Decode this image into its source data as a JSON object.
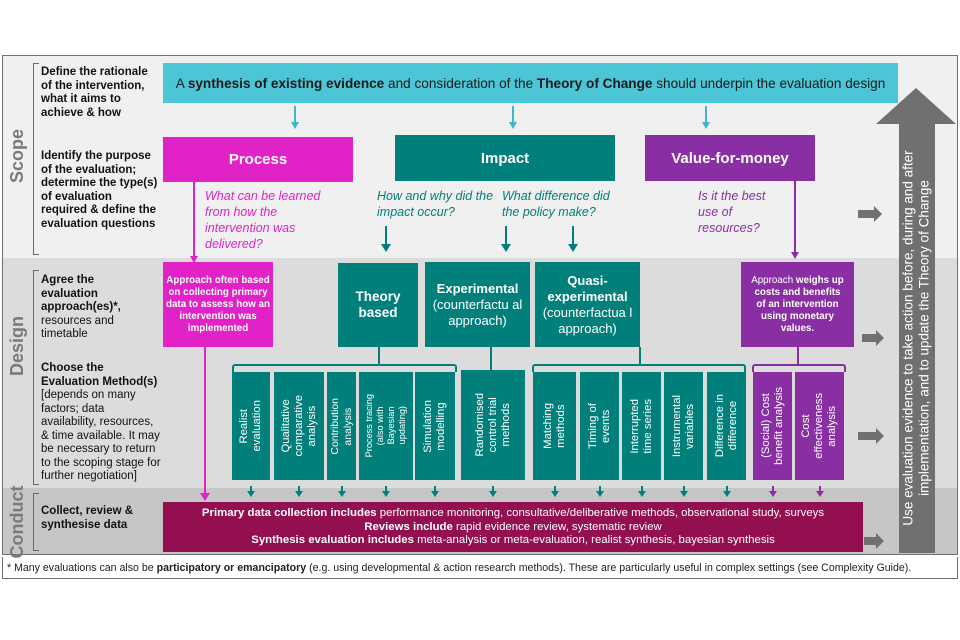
{
  "stages": {
    "scope": {
      "label": "Scope",
      "text1": "Define the rationale of the intervention, what it aims to achieve & how",
      "text2": "Identify the purpose of the evaluation; determine the type(s) of evaluation required & define the evaluation questions"
    },
    "design": {
      "label": "Design",
      "text1_bold": "Agree the evaluation approach(es)*,",
      "text1_rest": " resources and timetable",
      "text2_bold": "Choose the Evaluation Method(s)",
      "text2_rest": " [depends on many factors; data availability, resources, & time available. It may be necessary to return to the scoping stage for further negotiation]"
    },
    "conduct": {
      "label": "Conduct",
      "text": "Collect, review & synthesise data"
    }
  },
  "banner": {
    "pre": "A ",
    "bold1": "synthesis of existing evidence",
    "mid": " and consideration of the ",
    "bold2": "Theory of Change",
    "post": " should underpin the evaluation design"
  },
  "types": {
    "process": {
      "label": "Process",
      "question": "What can be learned from how the intervention was delivered?"
    },
    "impact": {
      "label": "Impact",
      "question1": "How and why did the impact occur?",
      "question2": "What difference did the policy make?"
    },
    "vfm": {
      "label": "Value-for-money",
      "question": "Is it the best use of resources?"
    }
  },
  "approaches": {
    "process": "Approach often based on collecting primary data to assess how an intervention was implemented",
    "theory": "Theory based",
    "experimental_title": "Experimental",
    "experimental_sub": "(counterfactu al approach)",
    "quasi_title": "Quasi-experimental",
    "quasi_sub": "(counterfactua l approach)",
    "vfm_pre": "Approach ",
    "vfm_bold": "weighs up costs and benefits of an intervention using monetary values."
  },
  "methods": {
    "theory": [
      "Realist\nevaluation",
      "Qualitative\ncomparative\nanalysis",
      "Contribution\nanalysis",
      "Process tracing\n(also with\nBayesian\nupdating)",
      "Simulation\nmodelling"
    ],
    "experimental": [
      "Randomised\ncontrol trial\nmethods"
    ],
    "quasi": [
      "Matching\nmethods",
      "Timing of\nevents",
      "Interrupted\ntime series",
      "Instrumental\nvariables",
      "Difference in\ndifference"
    ],
    "vfm": [
      "(Social) Cost\nbenefit analysis",
      "Cost\neffectiveness\nanalysis"
    ]
  },
  "conduct_box": {
    "line1_bold": "Primary data collection includes",
    "line1_rest": " performance monitoring, consultative/deliberative methods, observational study, surveys",
    "line2_bold": "Reviews include",
    "line2_rest": " rapid evidence review, systematic review",
    "line3_bold": "Synthesis evaluation includes",
    "line3_rest": " meta-analysis or meta-evaluation, realist synthesis, bayesian synthesis"
  },
  "feedback_arrow": {
    "line1": "Use evaluation evidence to take action before, during and after",
    "line2": "implementation, and to update the Theory of Change"
  },
  "footnote": {
    "pre": "* Many evaluations can also be ",
    "bold": "participatory or emancipatory",
    "post": " (e.g. using developmental & action research methods). These are particularly useful in complex settings (see Complexity Guide)."
  },
  "colors": {
    "banner": "#4cc5d6",
    "process": "#e022c6",
    "impact": "#007f7b",
    "vfm": "#8a2fa3",
    "conduct": "#930f4f",
    "feedback_arrow": "#707070"
  }
}
